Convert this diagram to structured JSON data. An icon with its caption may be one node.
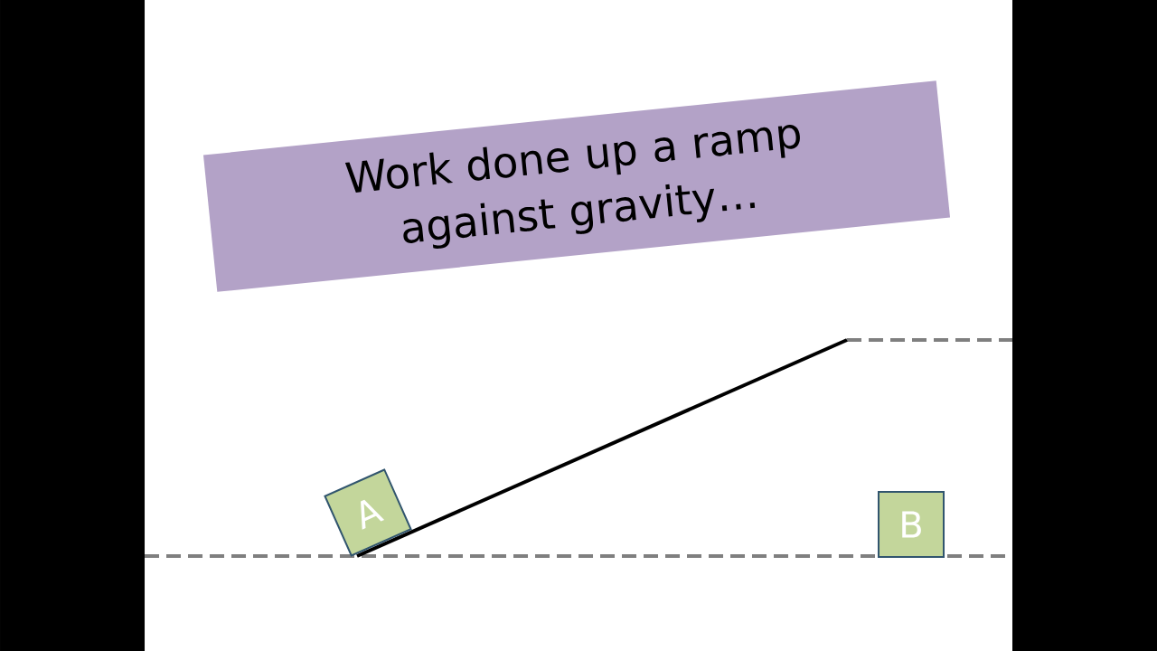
{
  "diagram": {
    "nodes": [
      {
        "text": [
          "Work done up a ramp against gravity…"
        ]
      },
      {
        "text": [
          "A"
        ]
      },
      {
        "text": [
          "B"
        ]
      }
    ]
  }
}
